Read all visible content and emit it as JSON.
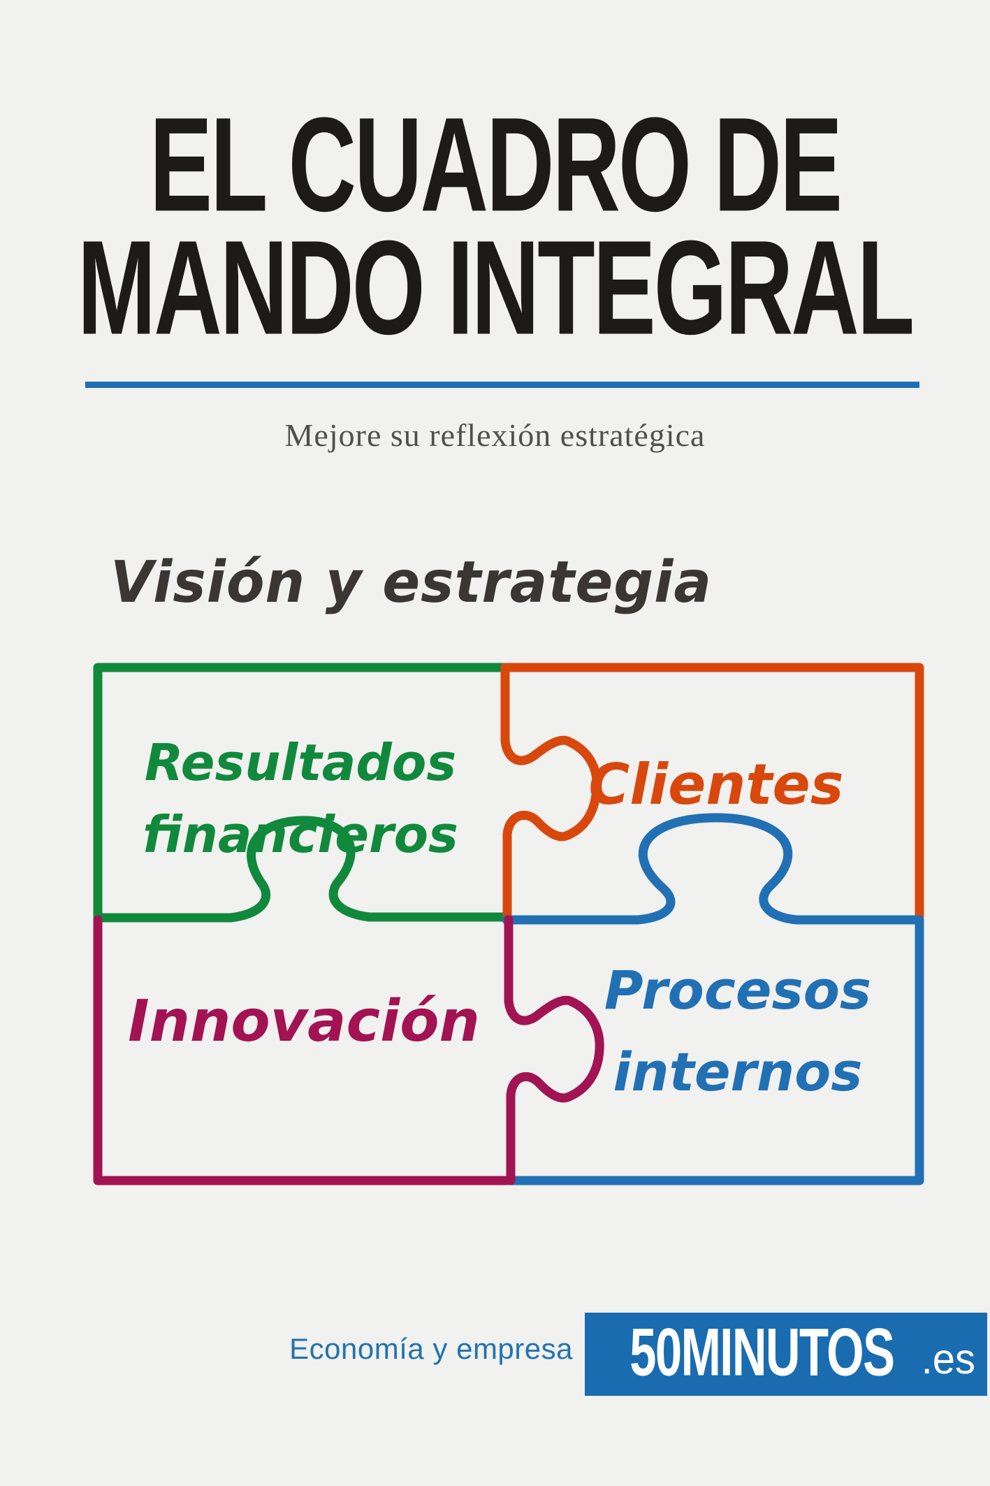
{
  "page": {
    "background_color": "#f1f1ef"
  },
  "cover": {
    "title_line1": "EL CUADRO DE",
    "title_line2": "MANDO INTEGRAL",
    "title_color": "#1c1b19",
    "rule_color": "#1e6fb3",
    "subtitle": "Mejore su reflexión estratégica",
    "subtitle_color": "#4f4f4f",
    "diagram_title": "Visión y estrategia",
    "diagram_title_color": "#3a3633"
  },
  "diagram": {
    "type": "puzzle-2x2",
    "pieces": [
      {
        "id": "resultados-financieros",
        "label_line1": "Resultados",
        "label_line2": "financieros",
        "position": "top-left",
        "color": "#11893c"
      },
      {
        "id": "clientes",
        "label": "Clientes",
        "position": "top-right",
        "color": "#d8480d"
      },
      {
        "id": "innovacion",
        "label": "Innovación",
        "position": "bottom-left",
        "color": "#a21353"
      },
      {
        "id": "procesos-internos",
        "label_line1": "Procesos",
        "label_line2": "internos",
        "position": "bottom-right",
        "color": "#2270b4"
      }
    ]
  },
  "footer": {
    "category": "Economía y empresa",
    "category_color": "#2273ae",
    "brand": "50MINUTOS",
    "brand_tld": ".es",
    "brand_box_color": "#1a6cb1",
    "brand_text_color": "#ffffff"
  }
}
